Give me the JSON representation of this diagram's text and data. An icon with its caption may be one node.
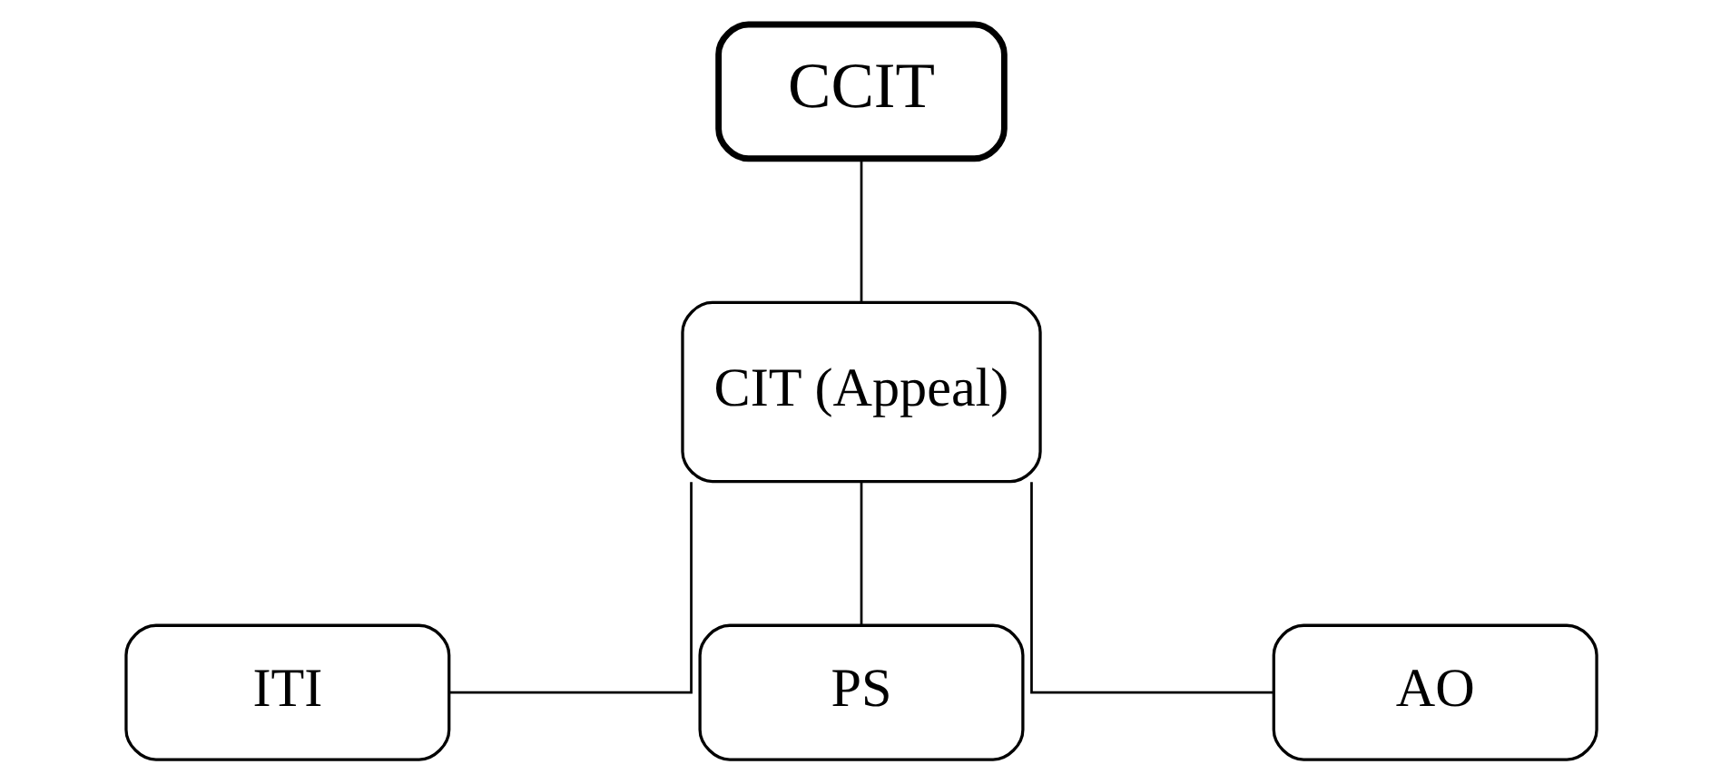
{
  "diagram": {
    "nodes": [
      {
        "text": [
          "CCIT"
        ]
      },
      {
        "text": [
          "CIT (Appeal)"
        ]
      },
      {
        "text": [
          "ITI"
        ]
      },
      {
        "text": [
          "PS"
        ]
      },
      {
        "text": [
          "AO"
        ]
      }
    ],
    "edges": [
      {
        "from": 0,
        "to": 1,
        "arrow": "none"
      },
      {
        "from": 1,
        "to": 2,
        "arrow": "none"
      },
      {
        "from": 1,
        "to": 3,
        "arrow": "none"
      },
      {
        "from": 1,
        "to": 4,
        "arrow": "none"
      }
    ]
  }
}
